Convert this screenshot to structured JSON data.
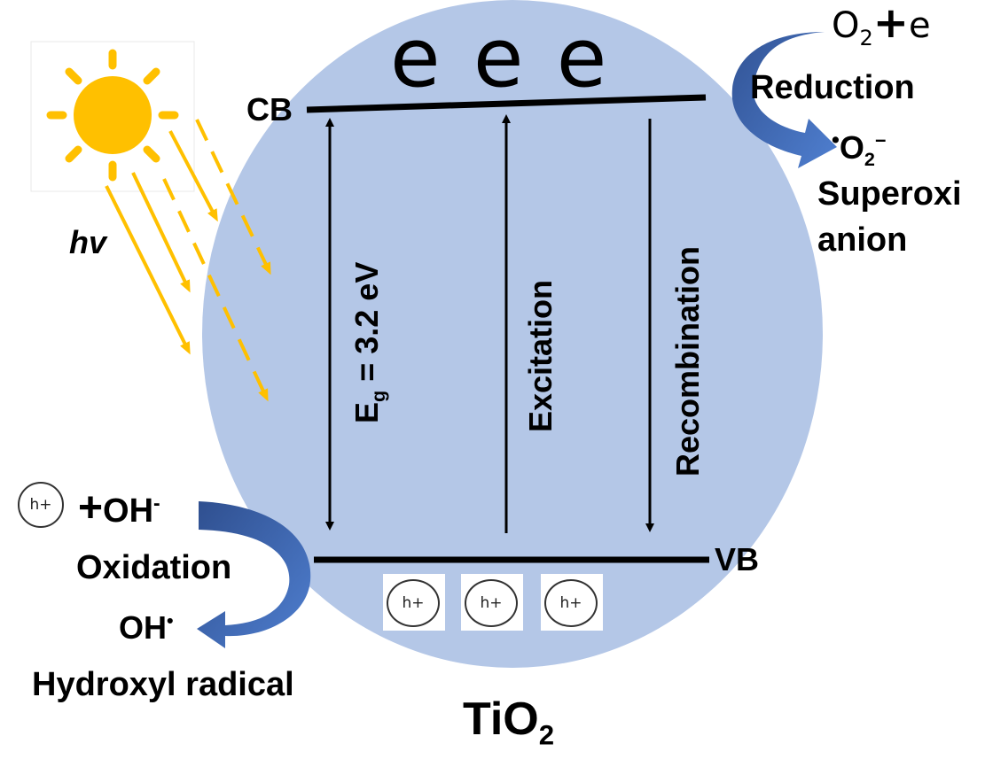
{
  "material": {
    "name": "TiO",
    "subscript": "2"
  },
  "bands": {
    "conduction": "CB",
    "valence": "VB"
  },
  "electrons": "e e e",
  "band_gap": {
    "symbol": "E",
    "subscript": "g",
    "value": " = 3.2 eV"
  },
  "processes": {
    "excitation": "Excitation",
    "recombination": "Recombination"
  },
  "light": {
    "label": "hv"
  },
  "reduction": {
    "reactant_main": "O",
    "reactant_sub": "2",
    "plus": "+",
    "electron": "e",
    "label": "Reduction",
    "product_dot": "•",
    "product_main": "O",
    "product_sub": "2",
    "product_charge": "−",
    "product_name_line1": "Superoxi",
    "product_name_line2": "anion"
  },
  "oxidation": {
    "hole_label": "h+",
    "plus": "+",
    "reactant": "OH",
    "reactant_charge": "-",
    "label": "Oxidation",
    "product": "OH",
    "product_dot": "•",
    "product_name": "Hydroxyl radical"
  },
  "holes": [
    "h+",
    "h+",
    "h+"
  ],
  "colors": {
    "particle": "#b4c7e7",
    "sun": "#ffc000",
    "arrow_blue": "#4472c4",
    "line": "#000000"
  }
}
